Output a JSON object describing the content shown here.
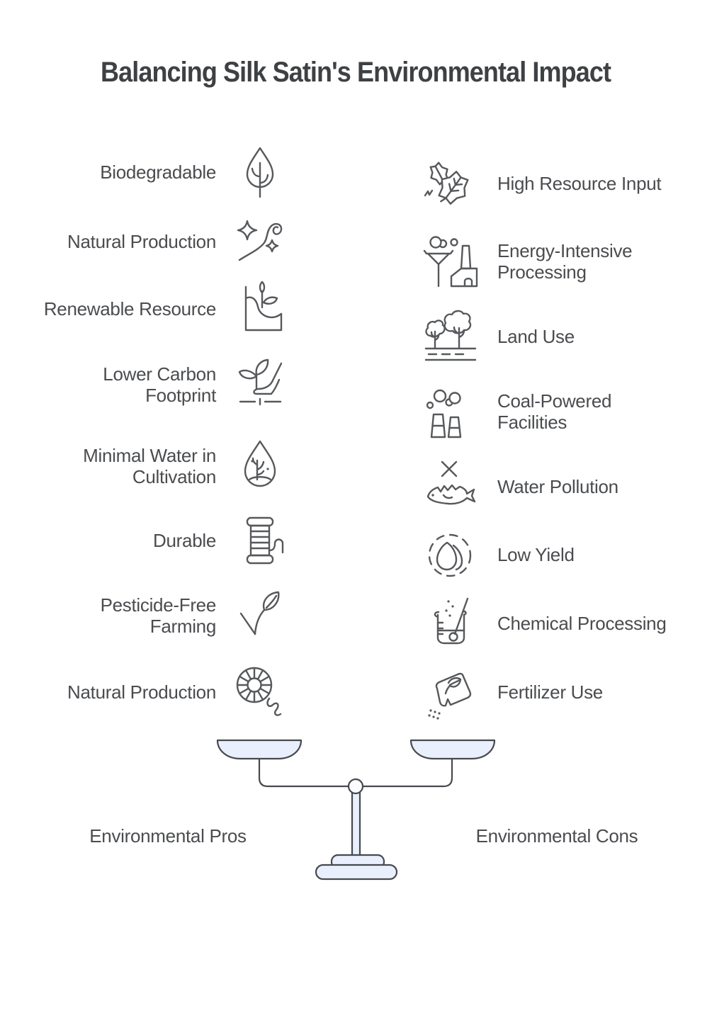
{
  "title": "Balancing Silk Satin's Environmental Impact",
  "pros": {
    "label": "Environmental Pros",
    "items": [
      {
        "label": "Biodegradable",
        "icon": "leaf"
      },
      {
        "label": "Natural Production",
        "icon": "silkworm-sparkles"
      },
      {
        "label": "Renewable Resource",
        "icon": "renewable-landscape"
      },
      {
        "label": "Lower Carbon\nFootprint",
        "icon": "carbon-footprint"
      },
      {
        "label": "Minimal Water in\nCultivation",
        "icon": "water-drop-cultivation"
      },
      {
        "label": "Durable",
        "icon": "thread-spool"
      },
      {
        "label": "Pesticide-Free\nFarming",
        "icon": "leaf-checkmark"
      },
      {
        "label": "Natural Production",
        "icon": "cocoon-wheel"
      }
    ]
  },
  "cons": {
    "label": "Environmental Cons",
    "items": [
      {
        "label": "High Resource Input",
        "icon": "mulberry-leaves"
      },
      {
        "label": "Energy-Intensive\nProcessing",
        "icon": "factory-energy"
      },
      {
        "label": "Land Use",
        "icon": "land-trees"
      },
      {
        "label": "Coal-Powered\nFacilities",
        "icon": "coal-chimneys"
      },
      {
        "label": "Water Pollution",
        "icon": "fish-crossed-out"
      },
      {
        "label": "Low Yield",
        "icon": "eggs-dashed-circle"
      },
      {
        "label": "Chemical Processing",
        "icon": "chemical-beaker"
      },
      {
        "label": "Fertilizer Use",
        "icon": "fertilizer-bag"
      }
    ]
  },
  "balance_scale": {
    "left_pan": "pros",
    "right_pan": "cons"
  },
  "colors": {
    "background": "#ffffff",
    "title_text": "#3e4144",
    "label_text": "#4a4c4f",
    "icon_stroke": "#56585b",
    "scale_stroke": "#47494e",
    "scale_fill": "#e9effc"
  }
}
